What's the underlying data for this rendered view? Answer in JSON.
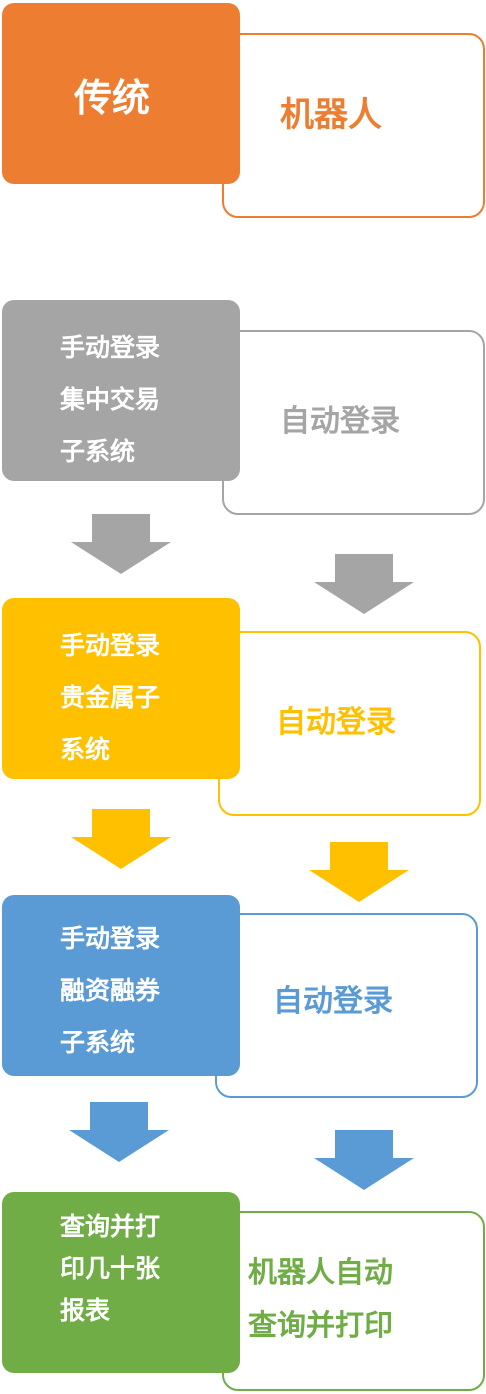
{
  "header": {
    "left_label": "传统",
    "right_label": "机器人"
  },
  "steps": [
    {
      "manual_lines": [
        "手动登录",
        "集中交易",
        "子系统"
      ],
      "auto_label": "自动登录",
      "color": "#A5A5A5"
    },
    {
      "manual_lines": [
        "手动登录",
        "贵金属子",
        "系统"
      ],
      "auto_label": "自动登录",
      "color": "#FFC000"
    },
    {
      "manual_lines": [
        "手动登录",
        "融资融券",
        "子系统"
      ],
      "auto_label": "自动登录",
      "color": "#5B9BD5"
    },
    {
      "manual_lines": [
        "查询并打",
        "印几十张",
        "报表"
      ],
      "auto_lines": [
        "机器人自动",
        "查询并打印"
      ],
      "color": "#70AD47"
    }
  ],
  "colors": {
    "header": "#ED7D31"
  }
}
